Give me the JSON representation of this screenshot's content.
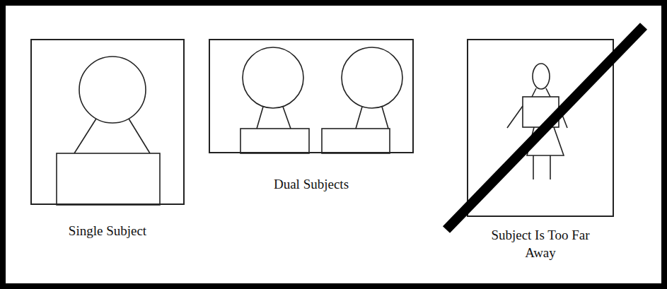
{
  "diagram": {
    "nodes": [
      {
        "text": [
          "Single Subject"
        ]
      },
      {
        "text": [
          "Dual Subjects"
        ]
      },
      {
        "text": [
          "Subject Is Too Far Away"
        ]
      }
    ]
  }
}
